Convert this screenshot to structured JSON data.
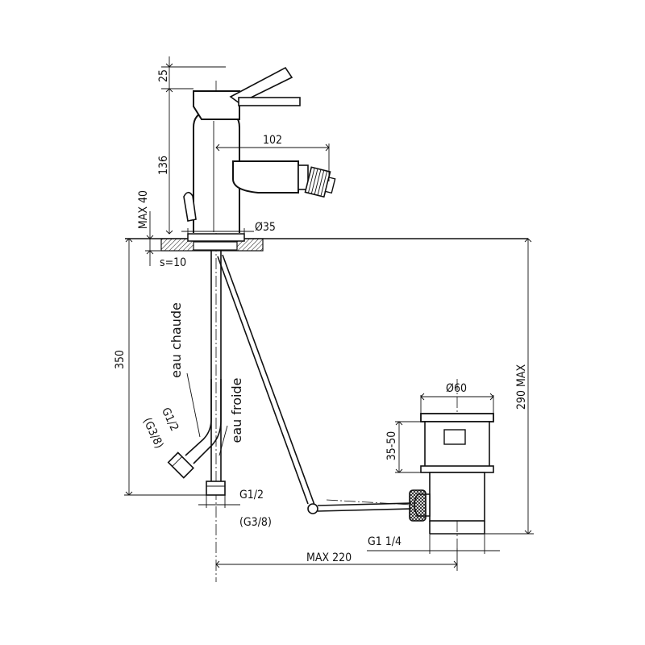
{
  "dimensions": {
    "lever_height": "25",
    "spout_height": "136",
    "spout_reach": "102",
    "max_deck_thickness": "MAX 40",
    "base_diameter": "Ø35",
    "washer_thickness": "s=10",
    "hose_length": "350",
    "total_height_max": "290 MAX",
    "waste_diameter": "Ø60",
    "waste_adjust_range": "35-50",
    "waste_thread": "G1 1/4",
    "rod_reach_max": "MAX 220"
  },
  "connections": {
    "hot_thread": "G1/2",
    "hot_thread_alt": "(G3/8)",
    "cold_thread": "G1/2",
    "cold_thread_alt": "(G3/8)"
  },
  "labels": {
    "hot_water": "eau chaude",
    "cold_water": "eau froide"
  }
}
